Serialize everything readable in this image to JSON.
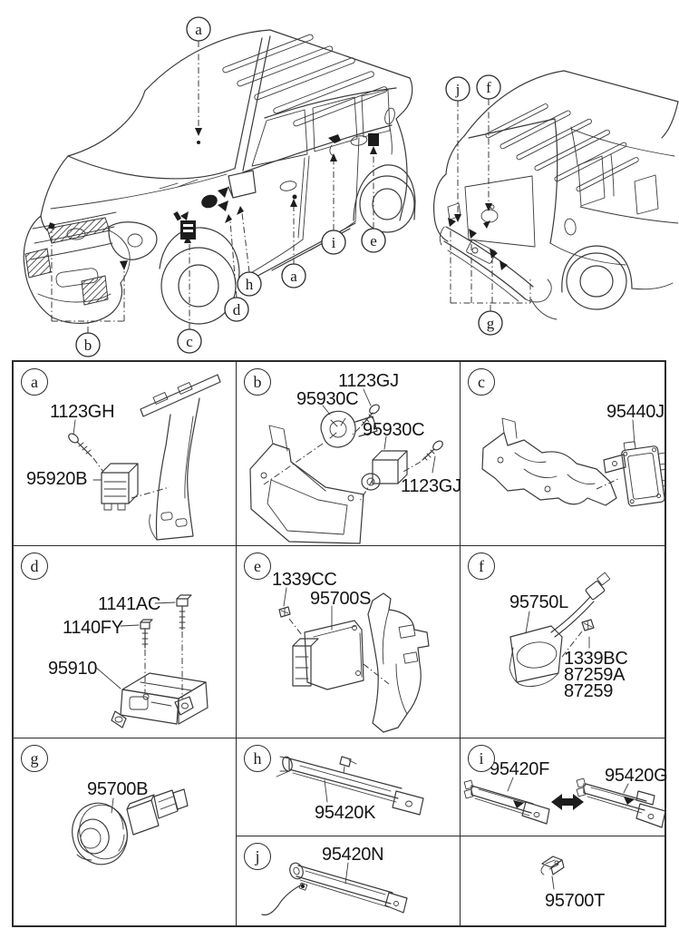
{
  "page": {
    "background": "#ffffff",
    "line_color": "#3a3a3a",
    "text_color": "#1c1c1c",
    "description": "Vehicle relay module parts location diagram"
  },
  "vehicles": {
    "front": {
      "view": "front-three-quarter-line-drawing",
      "callouts": [
        {
          "id": "a-roof",
          "letter": "a"
        },
        {
          "id": "b-front-bumper",
          "letter": "b"
        },
        {
          "id": "c-fender",
          "letter": "c"
        },
        {
          "id": "d-cowl",
          "letter": "d"
        },
        {
          "id": "h-mirror",
          "letter": "h"
        },
        {
          "id": "a-door",
          "letter": "a"
        },
        {
          "id": "i-rear-door",
          "letter": "i"
        },
        {
          "id": "e-quarter",
          "letter": "e"
        }
      ]
    },
    "rear": {
      "view": "rear-three-quarter-line-drawing",
      "callouts": [
        {
          "id": "j-bumper-end",
          "letter": "j"
        },
        {
          "id": "f-tailgate",
          "letter": "f"
        },
        {
          "id": "g-rear-bumper",
          "letter": "g"
        }
      ]
    }
  },
  "cells": {
    "a": {
      "letter": "a",
      "labels": {
        "bolt": "1123GH",
        "module": "95920B"
      }
    },
    "b": {
      "letter": "b",
      "labels": {
        "sensor_left": "95930C",
        "bolt_top": "1123GJ",
        "sensor_right": "95930C",
        "bolt_right": "1123GJ"
      }
    },
    "c": {
      "letter": "c",
      "labels": {
        "module": "95440J"
      }
    },
    "d": {
      "letter": "d",
      "labels": {
        "bolt_a": "1141AC",
        "bolt_b": "1140FY",
        "module": "95910"
      }
    },
    "e": {
      "letter": "e",
      "labels": {
        "nut": "1339CC",
        "module": "95700S"
      }
    },
    "f": {
      "letter": "f",
      "labels": {
        "camera": "95750L",
        "nut_1": "1339BC",
        "nut_2": "87259A",
        "nut_3": "87259"
      }
    },
    "g": {
      "letter": "g",
      "labels": {
        "sensor": "95700B"
      }
    },
    "h": {
      "letter": "h",
      "labels": {
        "antenna": "95420K"
      }
    },
    "i": {
      "letter": "i",
      "labels": {
        "antenna_f": "95420F",
        "antenna_g": "95420G"
      }
    },
    "j": {
      "letter": "j",
      "labels": {
        "antenna": "95420N"
      }
    },
    "t": {
      "labels": {
        "clip": "95700T"
      }
    }
  }
}
